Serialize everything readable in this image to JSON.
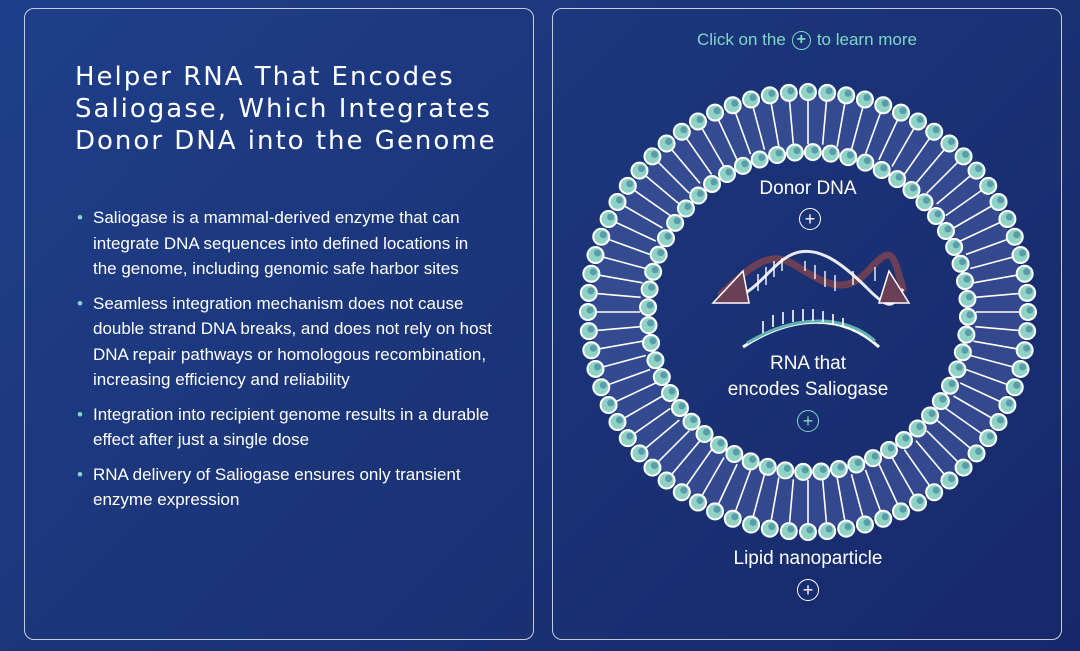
{
  "left": {
    "title": "Helper RNA That Encodes Saliogase, Which Integrates Donor DNA into the Genome",
    "bullets": [
      "Saliogase is a mammal-derived enzyme that can integrate DNA sequences into defined locations in the genome, including genomic safe harbor sites",
      "Seamless integration mechanism does not cause double strand DNA breaks, and does not rely on host DNA repair pathways or homologous recombination, increasing efficiency and reliability",
      "Integration into recipient genome results in a durable effect after just a single dose",
      "RNA delivery of Saliogase ensures only transient enzyme expression"
    ],
    "bullet_mark": "•"
  },
  "right": {
    "hint_before": "Click on the",
    "hint_after": "to learn more",
    "plus": "+",
    "donor_label": "Donor DNA",
    "rna_label_line1": "RNA that",
    "rna_label_line2": "encodes Saliogase",
    "lipid_label": "Lipid nanoparticle"
  },
  "colors": {
    "background": "#1b3579",
    "teal": "#7fd6c8",
    "dna_strand": "#6b3f55",
    "rna_strand": "#5fb3b3",
    "lipid_head": "#8fd3c7",
    "lipid_tail": "#4a5fa5"
  },
  "icons": [
    "plus-circle-icon",
    "dna-helix-icon",
    "rna-strand-icon",
    "lipid-bilayer-icon"
  ]
}
